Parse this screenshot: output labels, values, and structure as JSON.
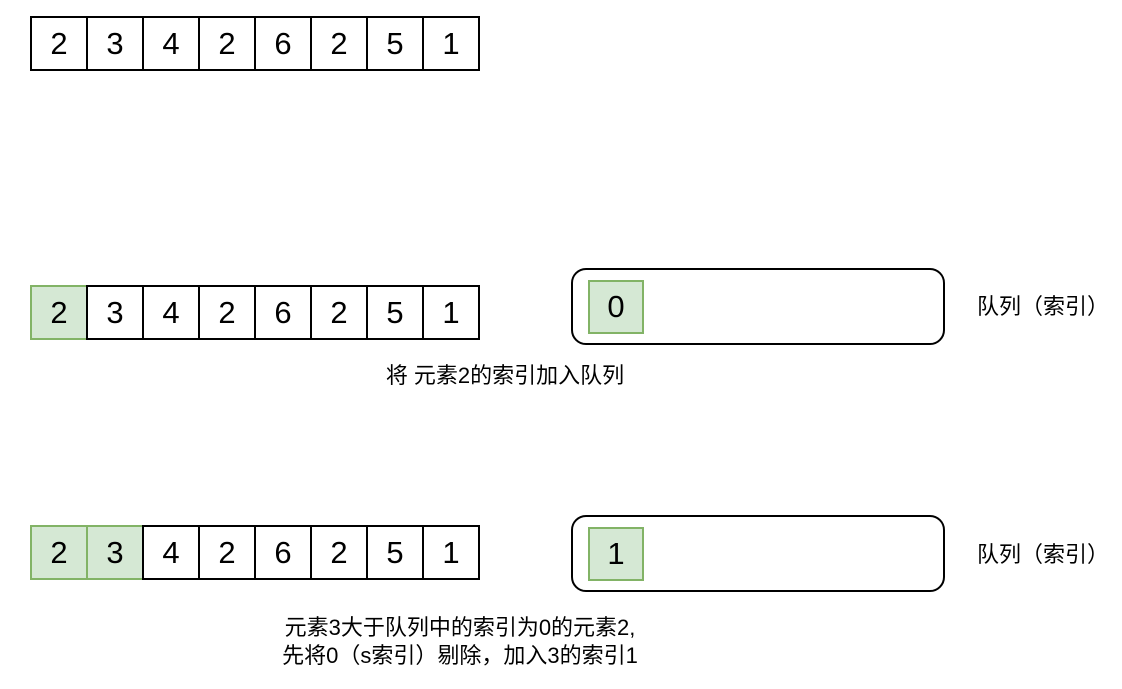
{
  "colors": {
    "green_fill": "#d5e8d4",
    "green_border": "#82b366",
    "cell_border": "#000000",
    "background": "#ffffff"
  },
  "figure": {
    "rows": [
      {
        "array": {
          "values": [
            2,
            3,
            4,
            2,
            6,
            2,
            5,
            1
          ],
          "highlighted": []
        }
      },
      {
        "array": {
          "values": [
            2,
            3,
            4,
            2,
            6,
            2,
            5,
            1
          ],
          "highlighted": [
            0
          ]
        },
        "queue": {
          "items": [
            "0"
          ]
        },
        "queue_label": "队列（索引）",
        "caption": "将 元素2的索引加入队列"
      },
      {
        "array": {
          "values": [
            2,
            3,
            4,
            2,
            6,
            2,
            5,
            1
          ],
          "highlighted": [
            0,
            1
          ]
        },
        "queue": {
          "items": [
            "1"
          ]
        },
        "queue_label": "队列（索引）",
        "caption_lines": [
          "元素3大于队列中的索引为0的元素2,",
          "先将0（s索引）剔除，加入3的索引1"
        ]
      }
    ]
  }
}
